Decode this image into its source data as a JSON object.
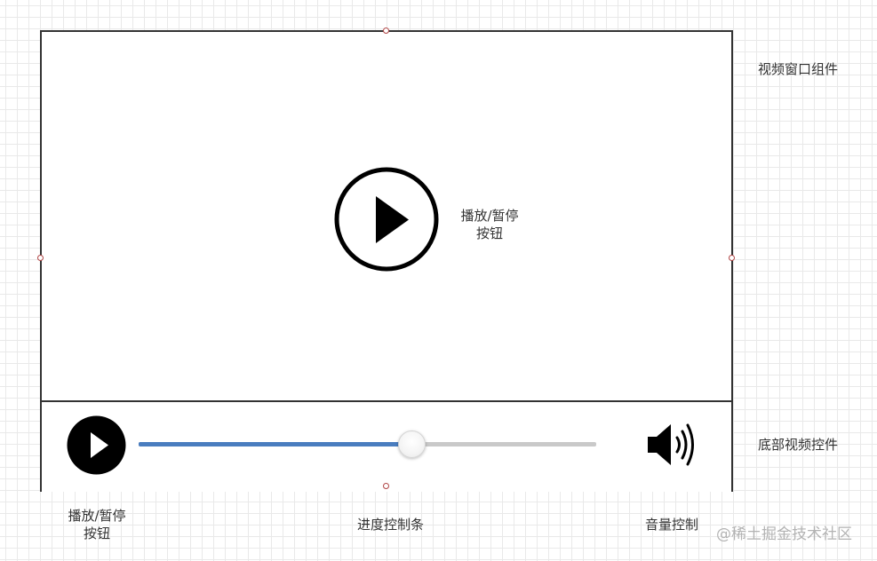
{
  "labels": {
    "video_window_component": "视频窗口组件",
    "center_play_pause": [
      "播放/暂停",
      "按钮"
    ],
    "bottom_controls_component": "底部视频控件",
    "bottom_play_pause": [
      "播放/暂停",
      "按钮"
    ],
    "progress_bar": "进度控制条",
    "volume_control": "音量控制"
  },
  "player": {
    "progress": 0.6
  },
  "colors": {
    "progress_fill": "#4a7dbf",
    "progress_track": "#c9c9c9",
    "outline": "#333333",
    "handle": "#b04545"
  },
  "icons": {
    "center": "play-icon",
    "bottom": "play-icon",
    "volume": "speaker-icon"
  },
  "watermark": "@稀土掘金技术社区"
}
